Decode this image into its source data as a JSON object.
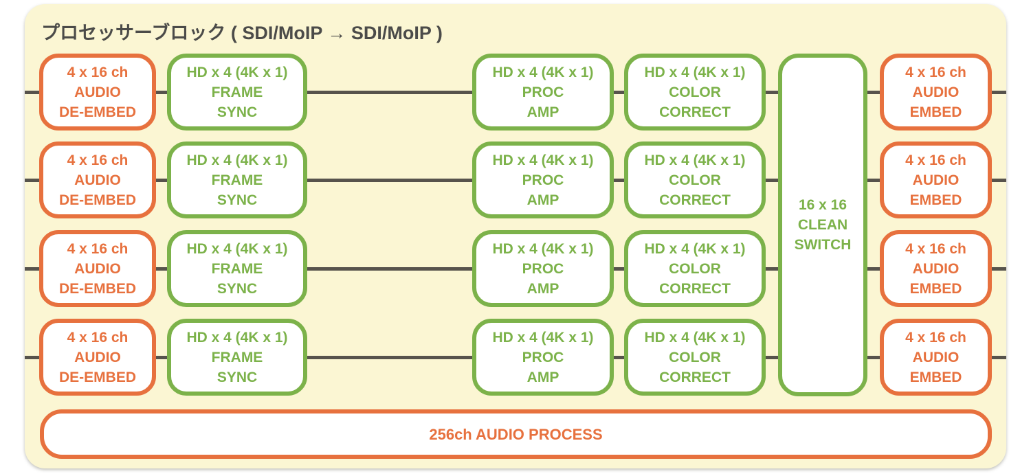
{
  "title": "プロセッサーブロック ( SDI/MoIP → SDI/MoIP )",
  "colors": {
    "panel_background": "#FBF6D3",
    "accent_orange": "#E7713E",
    "accent_green": "#7CB24A",
    "connection_line": "#57534C",
    "title_text": "#4B4B49"
  },
  "diagram": {
    "rows": [
      {
        "blocks": [
          {
            "id": "audio-de-embed",
            "color": "orange",
            "lines": [
              "4 x 16 ch",
              "AUDIO",
              "DE-EMBED"
            ]
          },
          {
            "id": "frame-sync",
            "color": "green",
            "lines": [
              "HD x 4 (4K x 1)",
              "FRAME",
              "SYNC"
            ]
          },
          {
            "id": "proc-amp",
            "color": "green",
            "lines": [
              "HD x 4 (4K x 1)",
              "PROC",
              "AMP"
            ]
          },
          {
            "id": "color-correct",
            "color": "green",
            "lines": [
              "HD x 4 (4K x 1)",
              "COLOR",
              "CORRECT"
            ]
          },
          {
            "id": "audio-embed",
            "color": "orange",
            "lines": [
              "4 x 16 ch",
              "AUDIO",
              "EMBED"
            ]
          }
        ]
      },
      {
        "blocks": [
          {
            "id": "audio-de-embed",
            "color": "orange",
            "lines": [
              "4 x 16 ch",
              "AUDIO",
              "DE-EMBED"
            ]
          },
          {
            "id": "frame-sync",
            "color": "green",
            "lines": [
              "HD x 4 (4K x 1)",
              "FRAME",
              "SYNC"
            ]
          },
          {
            "id": "proc-amp",
            "color": "green",
            "lines": [
              "HD x 4 (4K x 1)",
              "PROC",
              "AMP"
            ]
          },
          {
            "id": "color-correct",
            "color": "green",
            "lines": [
              "HD x 4 (4K x 1)",
              "COLOR",
              "CORRECT"
            ]
          },
          {
            "id": "audio-embed",
            "color": "orange",
            "lines": [
              "4 x 16 ch",
              "AUDIO",
              "EMBED"
            ]
          }
        ]
      },
      {
        "blocks": [
          {
            "id": "audio-de-embed",
            "color": "orange",
            "lines": [
              "4 x 16 ch",
              "AUDIO",
              "DE-EMBED"
            ]
          },
          {
            "id": "frame-sync",
            "color": "green",
            "lines": [
              "HD x 4 (4K x 1)",
              "FRAME",
              "SYNC"
            ]
          },
          {
            "id": "proc-amp",
            "color": "green",
            "lines": [
              "HD x 4 (4K x 1)",
              "PROC",
              "AMP"
            ]
          },
          {
            "id": "color-correct",
            "color": "green",
            "lines": [
              "HD x 4 (4K x 1)",
              "COLOR",
              "CORRECT"
            ]
          },
          {
            "id": "audio-embed",
            "color": "orange",
            "lines": [
              "4 x 16 ch",
              "AUDIO",
              "EMBED"
            ]
          }
        ]
      },
      {
        "blocks": [
          {
            "id": "audio-de-embed",
            "color": "orange",
            "lines": [
              "4 x 16 ch",
              "AUDIO",
              "DE-EMBED"
            ]
          },
          {
            "id": "frame-sync",
            "color": "green",
            "lines": [
              "HD x 4 (4K x 1)",
              "FRAME",
              "SYNC"
            ]
          },
          {
            "id": "proc-amp",
            "color": "green",
            "lines": [
              "HD x 4 (4K x 1)",
              "PROC",
              "AMP"
            ]
          },
          {
            "id": "color-correct",
            "color": "green",
            "lines": [
              "HD x 4 (4K x 1)",
              "COLOR",
              "CORRECT"
            ]
          },
          {
            "id": "audio-embed",
            "color": "orange",
            "lines": [
              "4 x 16 ch",
              "AUDIO",
              "EMBED"
            ]
          }
        ]
      }
    ],
    "clean_switch": {
      "id": "clean-switch",
      "color": "green",
      "lines": [
        "16 x 16",
        "CLEAN",
        "SWITCH"
      ]
    },
    "audio_process": {
      "id": "audio-process",
      "color": "orange",
      "label": "256ch AUDIO PROCESS"
    }
  }
}
